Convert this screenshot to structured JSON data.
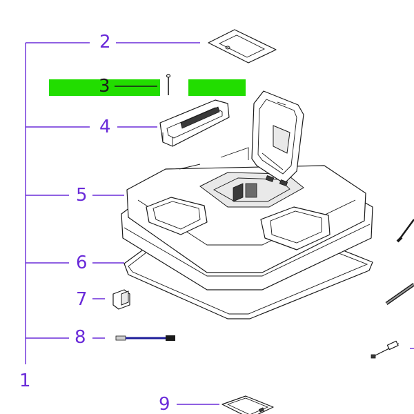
{
  "diagram": {
    "callouts": [
      {
        "id": "1",
        "label": "1"
      },
      {
        "id": "2",
        "label": "2"
      },
      {
        "id": "3",
        "label": "3"
      },
      {
        "id": "4",
        "label": "4"
      },
      {
        "id": "5",
        "label": "5"
      },
      {
        "id": "6",
        "label": "6"
      },
      {
        "id": "7",
        "label": "7"
      },
      {
        "id": "8",
        "label": "8"
      },
      {
        "id": "9",
        "label": "9"
      }
    ],
    "highlight_color": "#22dd00",
    "callout_color": "#6a2bd9"
  }
}
